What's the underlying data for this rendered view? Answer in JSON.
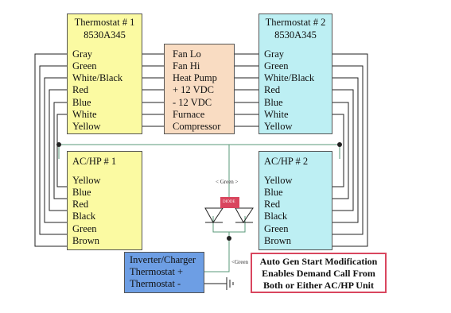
{
  "thermostat1": {
    "title": "Thermostat # 1",
    "model": "8530A345",
    "wires": [
      "Gray",
      "Green",
      "White/Black",
      "Red",
      "Blue",
      "White",
      "Yellow"
    ]
  },
  "thermostat2": {
    "title": "Thermostat # 2",
    "model": "8530A345",
    "wires": [
      "Gray",
      "Green",
      "White/Black",
      "Red",
      "Blue",
      "White",
      "Yellow"
    ]
  },
  "functions": [
    "Fan Lo",
    "Fan Hi",
    "Heat Pump",
    "+ 12 VDC",
    "- 12 VDC",
    "Furnace",
    "Compressor"
  ],
  "achp1": {
    "title": "AC/HP # 1",
    "wires": [
      "Yellow",
      "Blue",
      "Red",
      "Black",
      "Green",
      "Brown"
    ]
  },
  "achp2": {
    "title": "AC/HP # 2",
    "wires": [
      "Yellow",
      "Blue",
      "Red",
      "Black",
      "Green",
      "Brown"
    ]
  },
  "inverter": {
    "lines": [
      "Inverter/Charger",
      "Thermostat +",
      "Thermostat -"
    ]
  },
  "labels": {
    "green_top": "< Green >",
    "green_bottom": "<Green",
    "diode_block": "DIODE"
  },
  "note": {
    "lines": [
      "Auto Gen Start Modification",
      "Enables Demand Call From",
      "Both or Either AC/HP Unit"
    ]
  },
  "colors": {
    "yellow_box": "#fbfaa2",
    "cyan_box": "#bdeff3",
    "peach_box": "#f9dcc2",
    "inverter_box": "#6d9ee4",
    "note_border": "#d9465e",
    "green_wire": "#5a9a78",
    "diode_block": "#d9465e"
  }
}
